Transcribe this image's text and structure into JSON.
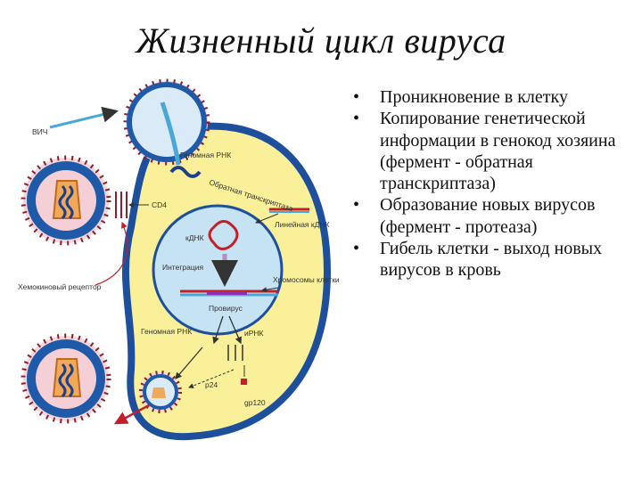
{
  "title": "Жизненный цикл вируса",
  "bullets": [
    "Проникновение в клетку",
    "Копирование генетической информации в генокод хозяина (фермент - обратная транскриптаза)",
    "Образование новых вирусов (фермент - протеаза)",
    "Гибель клетки - выход новых вирусов в кровь"
  ],
  "diagram": {
    "labels": {
      "hiv": "ВИЧ",
      "genomic_rna_top": "Геномная РНК",
      "reverse_transcriptase": "Обратная транскриптаза",
      "cd4": "CD4",
      "linear_cdna": "Линейная кДНК",
      "cdna": "кДНК",
      "integration": "Интеграция",
      "chemokine_receptor": "Хемокиновый рецептор",
      "cell_chromosomes": "Хромосомы клетки",
      "provirus": "Провирус",
      "genomic_rna_bottom": "Геномная РНК",
      "mrna": "иРНК",
      "p24": "p24",
      "gp120": "gp120"
    },
    "colors": {
      "cell_fill": "#fbf09a",
      "membrane": "#1d4f9c",
      "virus_fill": "#1e5aa8",
      "spike": "#8b1f2a",
      "arrow": "#4aa8d8",
      "red": "#c0202a"
    }
  }
}
